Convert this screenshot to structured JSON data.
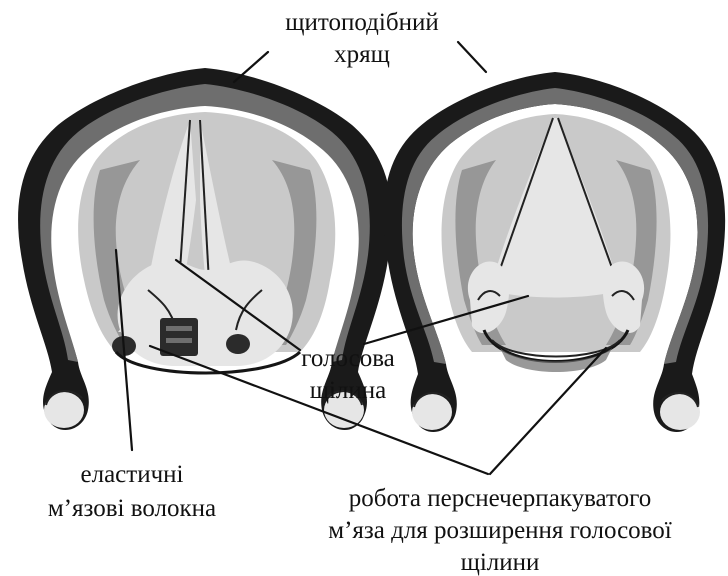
{
  "labels": {
    "thyroid_line1": "щитоподібний",
    "thyroid_line2": "хрящ",
    "glottis_line1": "голосова",
    "glottis_line2": "щілина",
    "elastic_line1": "еластичні",
    "elastic_line2": "м’язові волокна",
    "muscle_line1": "робота перснечерпакуватого",
    "muscle_line2": "м’яза для розширення голосової",
    "muscle_line3": "щілини"
  },
  "colors": {
    "ink": "#1a1a1a",
    "shading": "#6e6e6e",
    "background": "#ffffff"
  }
}
